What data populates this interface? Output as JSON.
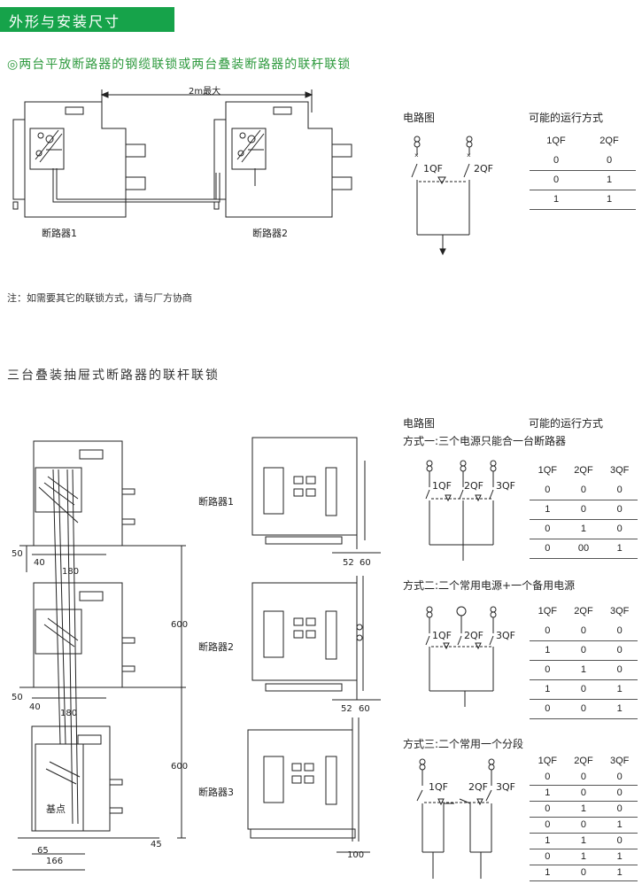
{
  "header": {
    "title": "外形与安装尺寸"
  },
  "section1": {
    "title": "◎两台平放断路器的钢缆联锁或两台叠装断路器的联杆联锁",
    "dim_label": "2m最大",
    "breaker1_label": "断路器1",
    "breaker2_label": "断路器2",
    "circuit_label": "电路图",
    "ops_label": "可能的运行方式",
    "switch_labels": [
      "1QF",
      "2QF"
    ],
    "table": {
      "headers": [
        "1QF",
        "2QF"
      ],
      "rows": [
        [
          "0",
          "0"
        ],
        [
          "0",
          "1"
        ],
        [
          "1",
          "1"
        ]
      ]
    }
  },
  "note": "注：如需要其它的联锁方式，请与厂方协商",
  "section2": {
    "title": "三台叠装抽屉式断路器的联杆联锁",
    "circuit_label": "电路图",
    "ops_label": "可能的运行方式",
    "breaker_labels": [
      "断路器1",
      "断路器2",
      "断路器3"
    ],
    "base_label": "基点",
    "dims": {
      "d50a": "50",
      "d40a": "40",
      "d180a": "180",
      "d600a": "600",
      "d50b": "50",
      "d40b": "40",
      "d180b": "180",
      "d600b": "600",
      "d65": "65",
      "d166": "166",
      "d45": "45",
      "d52a": "52",
      "d60a": "60",
      "d52b": "52",
      "d60b": "60",
      "d100": "100"
    },
    "switch_labels": [
      "1QF",
      "2QF",
      "3QF"
    ],
    "modes": [
      {
        "title": "方式一:三个电源只能合一台断路器",
        "headers": [
          "1QF",
          "2QF",
          "3QF"
        ],
        "rows": [
          [
            "0",
            "0",
            "0"
          ],
          [
            "1",
            "0",
            "0"
          ],
          [
            "0",
            "1",
            "0"
          ],
          [
            "0",
            "00",
            "1"
          ]
        ]
      },
      {
        "title": "方式二:二个常用电源+一个备用电源",
        "headers": [
          "1QF",
          "2QF",
          "3QF"
        ],
        "rows": [
          [
            "0",
            "0",
            "0"
          ],
          [
            "1",
            "0",
            "0"
          ],
          [
            "0",
            "1",
            "0"
          ],
          [
            "1",
            "0",
            "1"
          ],
          [
            "0",
            "0",
            "1"
          ]
        ]
      },
      {
        "title": "方式三:二个常用一个分段",
        "headers": [
          "1QF",
          "2QF",
          "3QF"
        ],
        "rows": [
          [
            "0",
            "0",
            "0"
          ],
          [
            "1",
            "0",
            "0"
          ],
          [
            "0",
            "1",
            "0"
          ],
          [
            "0",
            "0",
            "1"
          ],
          [
            "1",
            "1",
            "0"
          ],
          [
            "0",
            "1",
            "1"
          ],
          [
            "1",
            "0",
            "1"
          ]
        ]
      }
    ]
  }
}
